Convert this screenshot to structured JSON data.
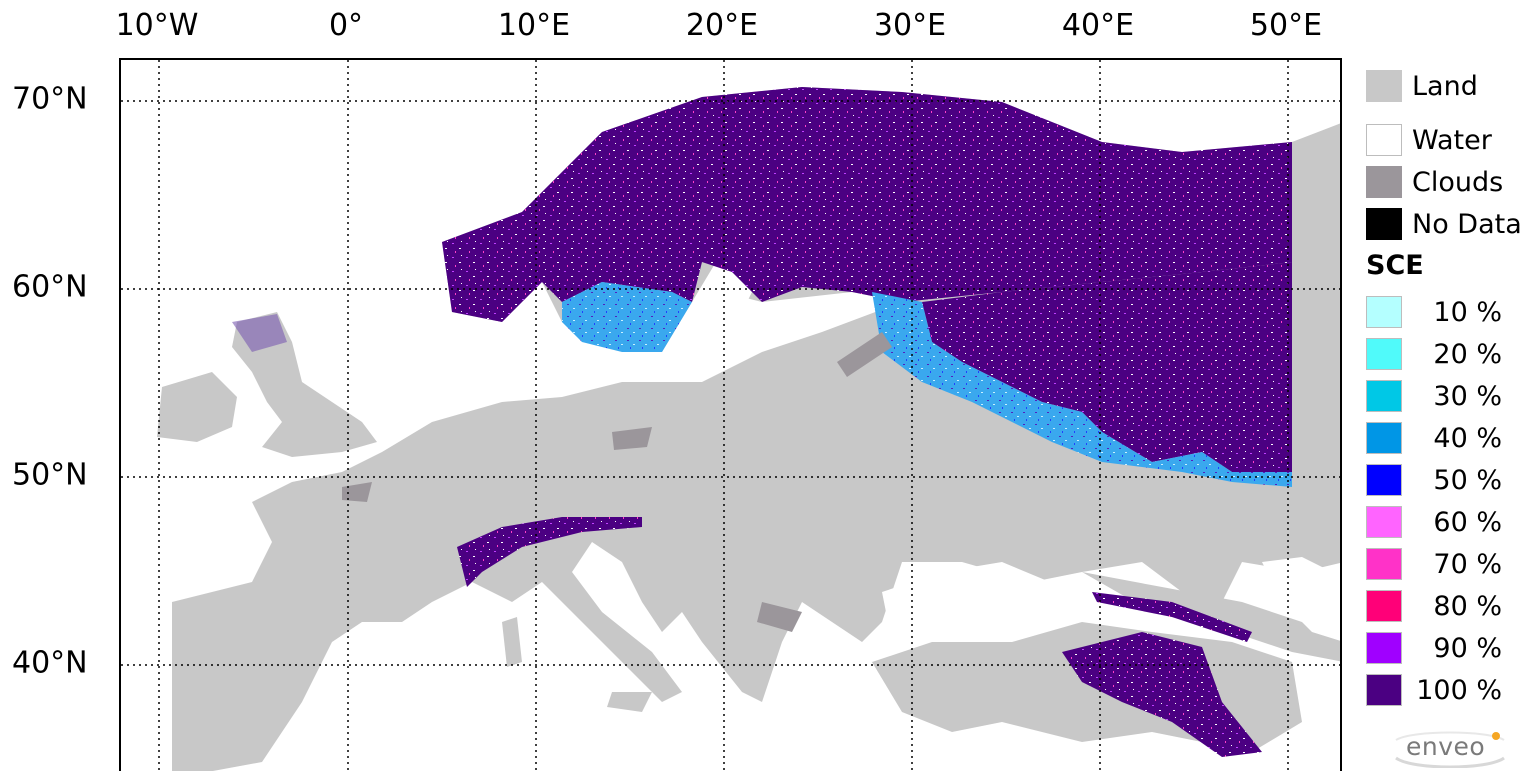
{
  "map": {
    "lon_labels": [
      "10°W",
      "0°",
      "10°E",
      "20°E",
      "30°E",
      "40°E",
      "50°E"
    ],
    "lat_labels": [
      "70°N",
      "60°N",
      "50°N",
      "40°N"
    ],
    "colors": {
      "land": "#c8c8c8",
      "water": "#ffffff",
      "clouds": "#9b969b",
      "no_data": "#000000",
      "snow_100": "#4b0082",
      "snow_90": "#a000ff",
      "snow_40": "#0096e6"
    }
  },
  "legend": {
    "base": [
      {
        "label": "Land",
        "color": "#c8c8c8"
      },
      {
        "label": "Water",
        "color": "#ffffff"
      },
      {
        "label": "Clouds",
        "color": "#9b969b"
      },
      {
        "label": "No Data",
        "color": "#000000"
      }
    ],
    "sce_title": "SCE",
    "sce": [
      {
        "label": "10 %",
        "color": "#b4ffff"
      },
      {
        "label": "20 %",
        "color": "#50fafa"
      },
      {
        "label": "30 %",
        "color": "#00c8e6"
      },
      {
        "label": "40 %",
        "color": "#0096e6"
      },
      {
        "label": "50 %",
        "color": "#0000ff"
      },
      {
        "label": "60 %",
        "color": "#ff64ff"
      },
      {
        "label": "70 %",
        "color": "#ff32c8"
      },
      {
        "label": "80 %",
        "color": "#ff0078"
      },
      {
        "label": "90 %",
        "color": "#a000ff"
      },
      {
        "label": "100 %",
        "color": "#4b0082"
      }
    ]
  },
  "logo": {
    "text": "enveo"
  }
}
